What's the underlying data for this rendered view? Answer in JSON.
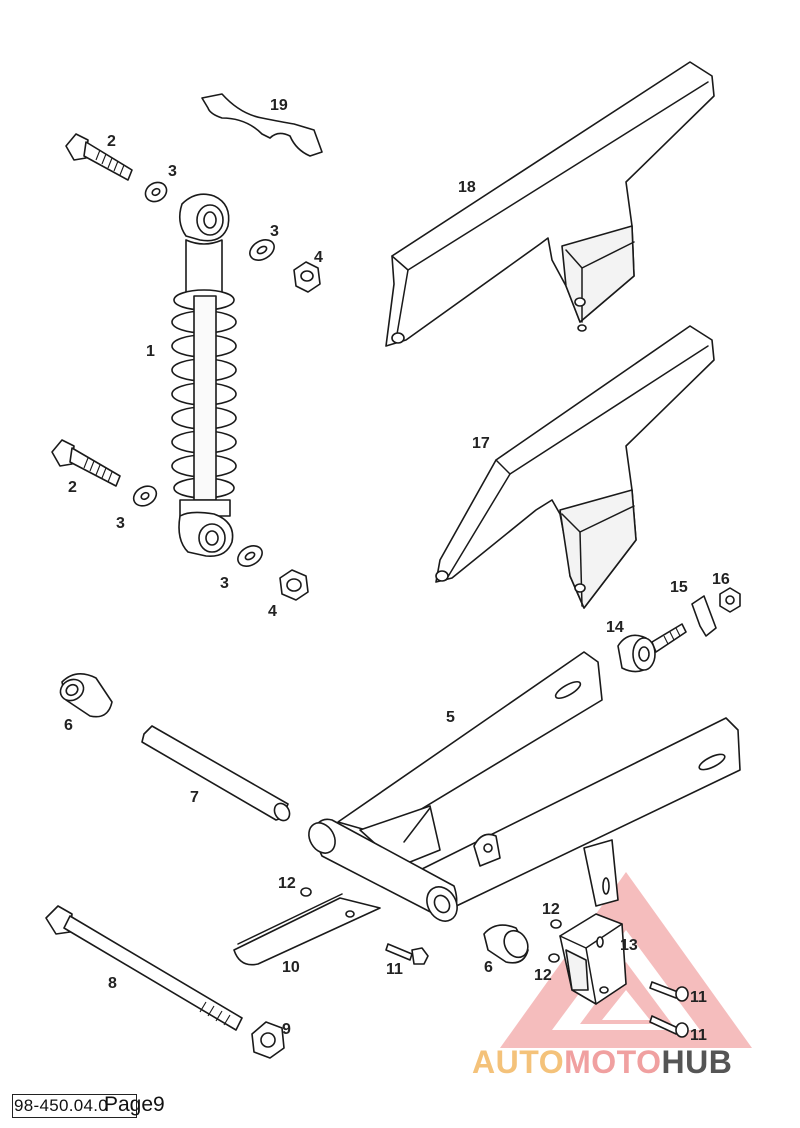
{
  "callouts": [
    {
      "id": "19",
      "text": "19"
    },
    {
      "id": "2a",
      "text": "2"
    },
    {
      "id": "3a",
      "text": "3"
    },
    {
      "id": "3b",
      "text": "3"
    },
    {
      "id": "4a",
      "text": "4"
    },
    {
      "id": "1",
      "text": "1"
    },
    {
      "id": "18",
      "text": "18"
    },
    {
      "id": "17",
      "text": "17"
    },
    {
      "id": "2b",
      "text": "2"
    },
    {
      "id": "3c",
      "text": "3"
    },
    {
      "id": "3d",
      "text": "3"
    },
    {
      "id": "4b",
      "text": "4"
    },
    {
      "id": "15",
      "text": "15"
    },
    {
      "id": "16",
      "text": "16"
    },
    {
      "id": "14",
      "text": "14"
    },
    {
      "id": "6a",
      "text": "6"
    },
    {
      "id": "5",
      "text": "5"
    },
    {
      "id": "7",
      "text": "7"
    },
    {
      "id": "12a",
      "text": "12"
    },
    {
      "id": "10",
      "text": "10"
    },
    {
      "id": "11a",
      "text": "11"
    },
    {
      "id": "6b",
      "text": "6"
    },
    {
      "id": "12b",
      "text": "12"
    },
    {
      "id": "12c",
      "text": "12"
    },
    {
      "id": "13",
      "text": "13"
    },
    {
      "id": "11b",
      "text": "11"
    },
    {
      "id": "11c",
      "text": "11"
    },
    {
      "id": "8",
      "text": "8"
    },
    {
      "id": "9",
      "text": "9"
    }
  ],
  "footer": {
    "code": "98-450.04.0",
    "page": "Page9"
  },
  "watermark": {
    "part1": "AUTO",
    "part2": "MOTO",
    "part3": "HUB",
    "color_auto": "#f4c27a",
    "color_moto": "#f0a0a0",
    "color_hub": "#555555",
    "logo_color": "#ee7777"
  }
}
